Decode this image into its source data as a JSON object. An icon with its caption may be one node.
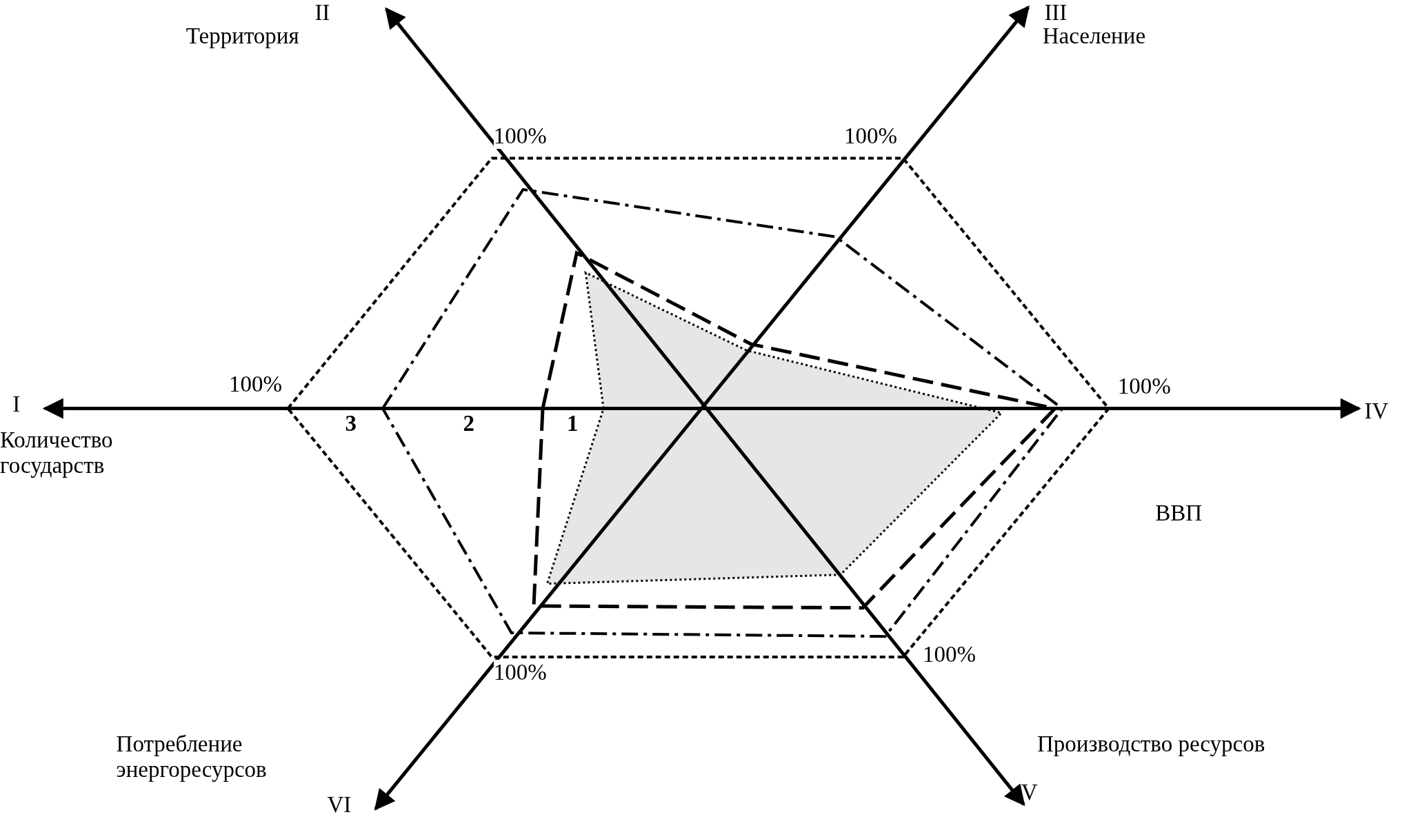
{
  "diagram": {
    "labels": [
      "II",
      "Территория",
      "III",
      "Население",
      "100%",
      "100%",
      "100%",
      "I",
      "100%",
      "IV",
      "3",
      "2",
      "1",
      "Количество государств",
      "ВВП",
      "100%",
      "100%",
      "Потребление энергоресурсов",
      "Производство ресурсов",
      "VI",
      "V"
    ]
  }
}
